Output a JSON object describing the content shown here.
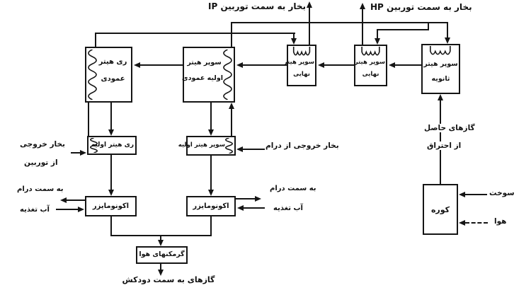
{
  "colors": {
    "line": "#151515",
    "background": "#ffffff"
  },
  "flows": {
    "steam_to_ip": "بخار به سمت توربین IP",
    "steam_to_hp": "بخار به سمت توربین HP"
  },
  "boxes": {
    "reheater_vertical": {
      "line1": "ری هیتر",
      "line2": "عمودی"
    },
    "primary_vertical_superheater": {
      "line1": "سوپر هیتر",
      "line2": "اولیه عمودی"
    },
    "final_superheater_1": {
      "line1": "سوپر هیتر",
      "line2": "نهایی"
    },
    "final_superheater_2": {
      "line1": "سوپر هیتر",
      "line2": "نهایی"
    },
    "secondary_superheater": {
      "line1": "سوپر هیتر",
      "line2": "ثانویه"
    },
    "primary_reheater": {
      "label": "ری هیتر اولیه"
    },
    "primary_superheater": {
      "label": "سوپر هیتر اولیه"
    },
    "economizer_left": {
      "label": "اکونومایزر"
    },
    "economizer_right": {
      "label": "اکونومایزر"
    },
    "air_heaters": {
      "label": "گرمکنهای هوا"
    },
    "furnace": {
      "label": "کوره"
    }
  },
  "annotations": {
    "turbine_exhaust_steam_line1": "بخار خروجی",
    "turbine_exhaust_steam_line2": "از توربین",
    "drum_outlet_steam": "بخار خروجی از درام",
    "to_drum_left": "به سمت درام",
    "feedwater_left": "آب تغذیه",
    "to_drum_right": "به سمت درام",
    "feedwater_right": "آب تغذیه",
    "combustion_gases_line1": "گازهای حاصل",
    "combustion_gases_line2": "از احتراق",
    "fuel": "سوخت",
    "air": "هوا",
    "gases_to_chimney": "گازهای به سمت دودکش"
  }
}
